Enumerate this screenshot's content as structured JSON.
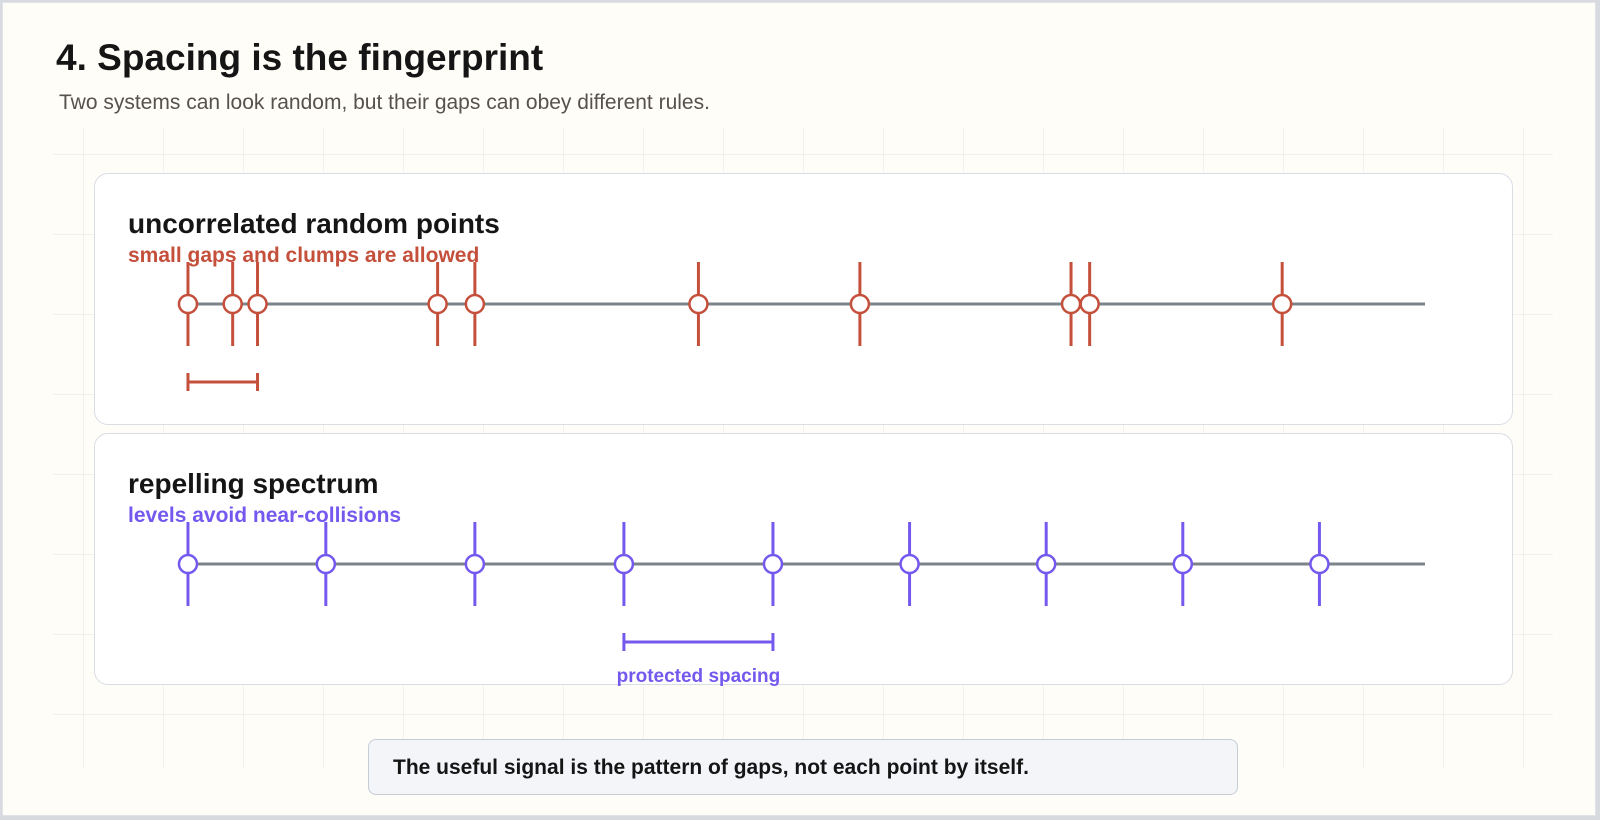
{
  "title": "4. Spacing is the fingerprint",
  "subtitle": "Two systems can look random, but their gaps can obey different rules.",
  "panels": [
    {
      "title": "uncorrelated random points",
      "subtitle": "small gaps and clumps are allowed",
      "color": "#c4503c",
      "points": [
        0.4,
        4.0,
        6.0,
        20.5,
        23.5,
        41.5,
        54.5,
        71.5,
        73.0,
        88.5
      ],
      "bracket": {
        "from": 0.4,
        "to": 6.0,
        "label": ""
      }
    },
    {
      "title": "repelling spectrum",
      "subtitle": "levels avoid near-collisions",
      "color": "#7559ee",
      "points": [
        0.4,
        11.5,
        23.5,
        35.5,
        47.5,
        58.5,
        69.5,
        80.5,
        91.5
      ],
      "bracket": {
        "from": 35.5,
        "to": 47.5,
        "label": "protected spacing"
      }
    }
  ],
  "note": "The useful signal is the pattern of gaps, not each point by itself.",
  "colors": {
    "axis": "#7d8489",
    "text": "#151515"
  }
}
